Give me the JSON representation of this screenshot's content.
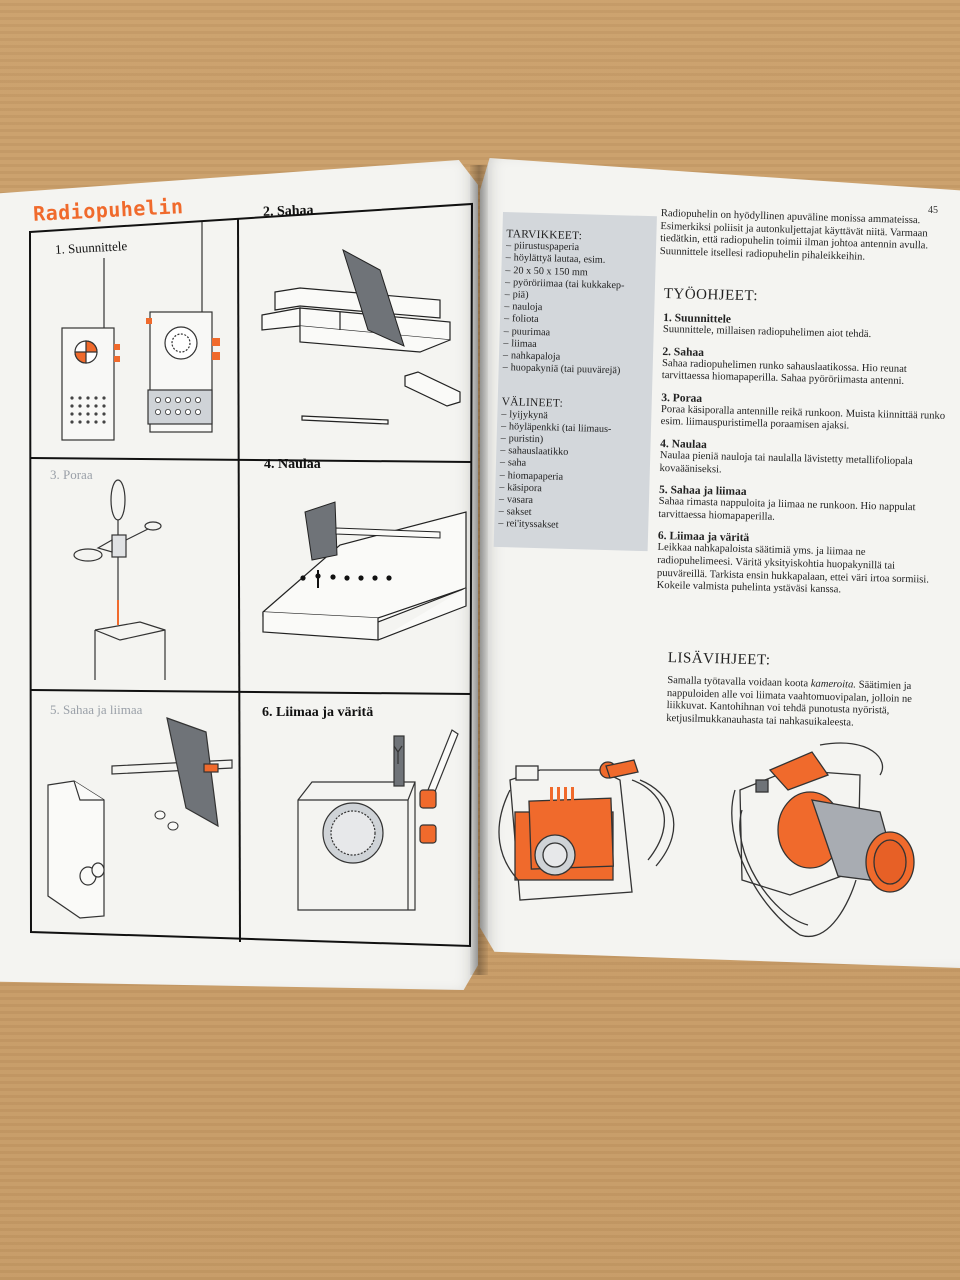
{
  "left": {
    "title": "Radiopuhelin",
    "panels": [
      {
        "label": "1. Suunnittele"
      },
      {
        "label": "2. Sahaa"
      },
      {
        "label": "3. Poraa"
      },
      {
        "label": "4. Naulaa"
      },
      {
        "label": "5. Sahaa ja liimaa"
      },
      {
        "label": "6. Liimaa ja väritä"
      }
    ]
  },
  "right": {
    "page_number": "45",
    "materials_heading": "TARVIKKEET:",
    "materials": [
      "piirustuspaperia",
      "höylättyä lautaa, esim.",
      "20 x 50 x 150 mm",
      "pyöröriimaa (tai kukkakep-",
      "piä)",
      "nauloja",
      "foliota",
      "puurimaa",
      "liimaa",
      "nahkapaloja",
      "huopakyniä (tai puuvärejä)"
    ],
    "tools_heading": "VÄLINEET:",
    "tools": [
      "lyijykynä",
      "höyläpenkki (tai liimaus-",
      "puristin)",
      "sahauslaatikko",
      "saha",
      "hiomapaperia",
      "käsipora",
      "vasara",
      "sakset",
      "rei'ityssakset"
    ],
    "intro": "Radiopuhelin on hyödyllinen apuväline monissa ammateissa. Esimerkiksi poliisit ja autonkuljettajat käyttävät niitä. Varmaan tiedätkin, että radiopuhelin toimii ilman johtoa antennin avulla. Suunnittele itsellesi radiopuhelin pihaleikkeihin.",
    "instructions_heading": "TYÖOHJEET:",
    "steps": [
      {
        "title": "1. Suunnittele",
        "text": "Suunnittele, millaisen radiopuhelimen aiot tehdä."
      },
      {
        "title": "2. Sahaa",
        "text": "Sahaa radiopuhelimen runko sahauslaatikossa. Hio reunat tarvittaessa hiomapaperilla. Sahaa pyöröriimasta antenni."
      },
      {
        "title": "3. Poraa",
        "text": "Poraa käsiporalla antennille reikä runkoon. Muista kiinnittää runko esim. liimauspuristimella poraamisen ajaksi."
      },
      {
        "title": "4. Naulaa",
        "text": "Naulaa pieniä nauloja tai naulalla lävistetty metallifoliopala kovaääniseksi."
      },
      {
        "title": "5. Sahaa ja liimaa",
        "text": "Sahaa rimasta nappuloita ja liimaa ne runkoon. Hio nappulat tarvittaessa hiomapaperilla."
      },
      {
        "title": "6. Liimaa ja väritä",
        "text": "Leikkaa nahkapaloista säätimiä yms. ja liimaa ne radiopuhelimeesi. Väritä yksityiskohtia huopakynillä tai puuväreillä. Tarkista ensin hukkapalaan, ettei väri irtoa sormiisi. Kokeile valmista puhelinta ystäväsi kanssa."
      }
    ],
    "tips_heading": "LISÄVIHJEET:",
    "tips_before_italic": "Samalla työtavalla voidaan koota ",
    "tips_italic": "kameroita.",
    "tips_after_italic": " Säätimien ja nappuloiden alle voi liimata vaahtomuovipalan, jolloin ne liikkuvat. Kantohihnan voi tehdä punotusta nyöristä, ketjusilmukkanauhasta tai nahkasuikaleesta."
  },
  "colors": {
    "accent": "#f06a2c",
    "paper": "#f4f4f1",
    "materials_box": "#d3d7db",
    "table": "#c99e6a"
  }
}
